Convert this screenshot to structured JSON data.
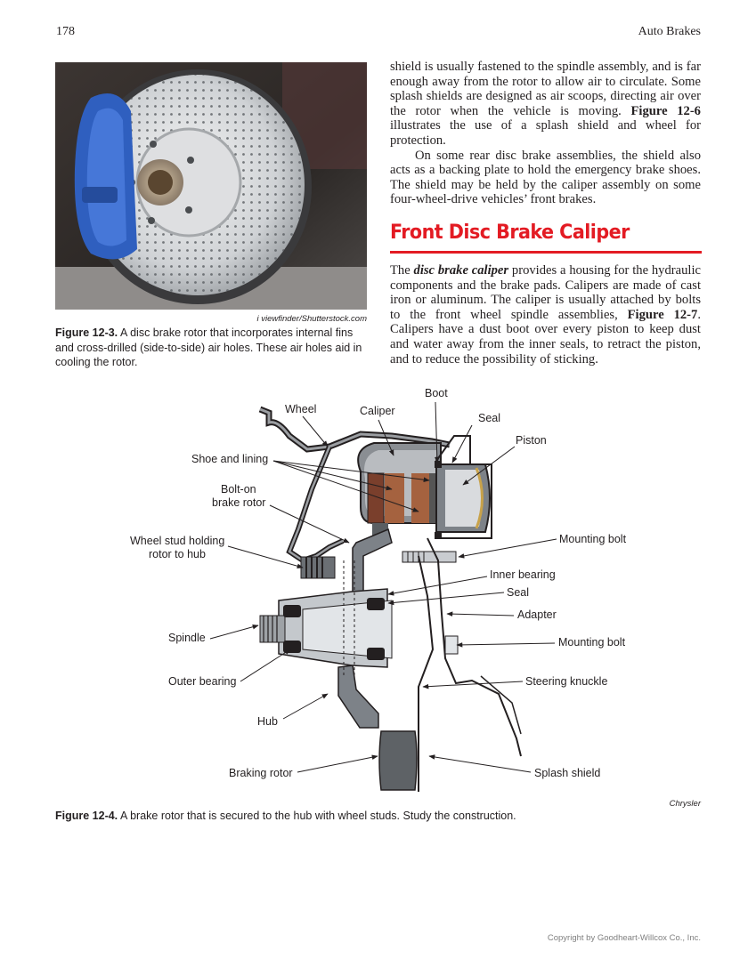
{
  "header": {
    "page_number": "178",
    "book_title": "Auto Brakes"
  },
  "figure_12_3": {
    "credit": "i viewfinder/Shutterstock.com",
    "label": "Figure 12-3.",
    "caption": "A disc brake rotor that incorporates internal fins and cross-drilled (side-to-side) air holes. These air holes aid in cooling the rotor."
  },
  "body": {
    "p1_a": "shield is usually fastened to the spindle assembly, and is far enough away from the rotor to allow air to circulate. Some splash shields are designed as air scoops, directing air over the rotor when the vehicle is moving. ",
    "p1_ref": "Figure 12-6",
    "p1_b": " illustrates the use of a splash shield and wheel for protection.",
    "p2": "On some rear disc brake assemblies, the shield also acts as a backing plate to hold the emergency brake shoes. The shield may be held by the caliper assembly on some four-wheel-drive vehicles’ front brakes.",
    "heading": "Front Disc Brake Caliper",
    "p3_a": "The ",
    "p3_term": "disc brake caliper",
    "p3_b": " provides a housing for the hydraulic components and the brake pads. Calipers are made of cast iron or aluminum. The caliper is usually attached by bolts to the front wheel spindle assemblies, ",
    "p3_ref": "Figure 12-7",
    "p3_c": ". Calipers have a dust boot over every piston to keep dust and water away from the inner seals, to retract the piston, and to reduce the possibility of sticking."
  },
  "figure_12_4": {
    "labels": {
      "boot": "Boot",
      "wheel": "Wheel",
      "caliper": "Caliper",
      "seal_top": "Seal",
      "piston": "Piston",
      "shoe_and_lining": "Shoe and lining",
      "bolt_on_1": "Bolt-on",
      "bolt_on_2": "brake rotor",
      "wheel_stud_1": "Wheel stud holding",
      "wheel_stud_2": "rotor to hub",
      "mounting_bolt_top": "Mounting bolt",
      "inner_bearing": "Inner bearing",
      "seal_mid": "Seal",
      "adapter": "Adapter",
      "spindle": "Spindle",
      "mounting_bolt_bottom": "Mounting bolt",
      "outer_bearing": "Outer bearing",
      "steering_knuckle": "Steering knuckle",
      "hub": "Hub",
      "braking_rotor": "Braking rotor",
      "splash_shield": "Splash shield"
    },
    "credit": "Chrysler",
    "label": "Figure 12-4.",
    "caption": "A brake rotor that is secured to the hub with wheel studs. Study the construction."
  },
  "footer": {
    "copyright": "Copyright by Goodheart-Willcox Co., Inc."
  },
  "colors": {
    "heading_red": "#e31b23",
    "caliper_blue": "#2f5fbf",
    "metal_gray": "#7d8288"
  }
}
